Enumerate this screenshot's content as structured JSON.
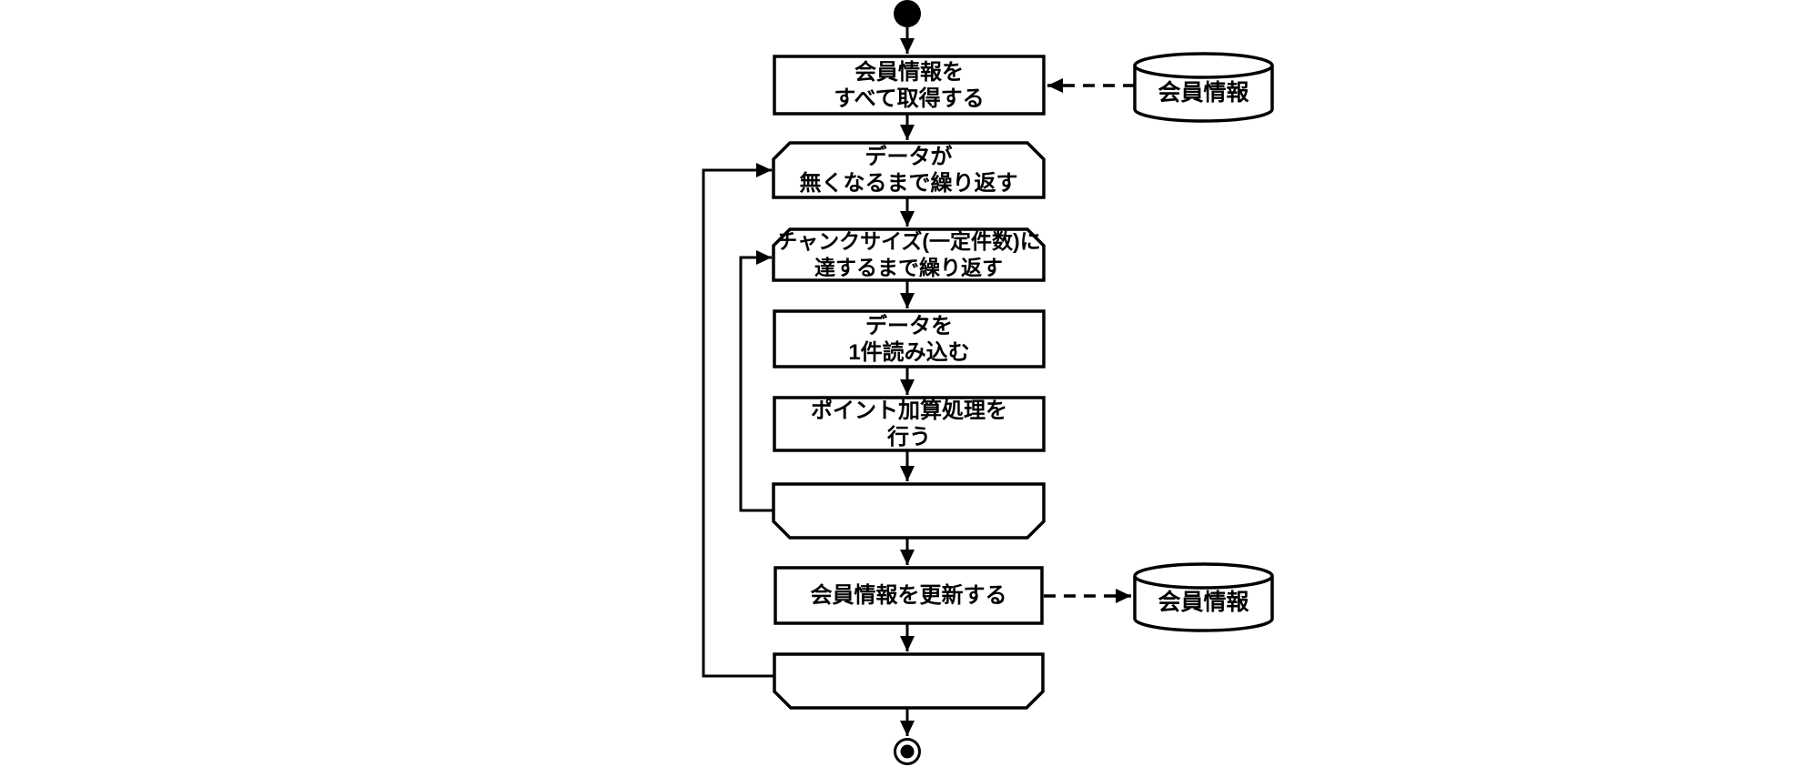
{
  "diagram": {
    "type": "activity-flowchart",
    "language": "ja",
    "colors": {
      "stroke": "#000000",
      "fill": "#ffffff",
      "background": "#ffffff"
    },
    "nodes": {
      "start": {
        "shape": "initial-node",
        "label": ""
      },
      "fetch_members": {
        "shape": "process",
        "label": "会員情報を\nすべて取得する"
      },
      "loop_outer_start": {
        "shape": "loop-start",
        "label": "データが\n無くなるまで繰り返す"
      },
      "loop_inner_start": {
        "shape": "loop-start",
        "label": "チャンクサイズ(一定件数)に\n達するまで繰り返す"
      },
      "read_one_record": {
        "shape": "process",
        "label": "データを\n1件読み込む"
      },
      "add_points": {
        "shape": "process",
        "label": "ポイント加算処理を\n行う"
      },
      "loop_inner_end": {
        "shape": "loop-end",
        "label": ""
      },
      "update_members": {
        "shape": "process",
        "label": "会員情報を更新する"
      },
      "loop_outer_end": {
        "shape": "loop-end",
        "label": ""
      },
      "end": {
        "shape": "final-node",
        "label": ""
      },
      "db_member_info_top": {
        "shape": "database",
        "label": "会員情報"
      },
      "db_member_info_bottom": {
        "shape": "database",
        "label": "会員情報"
      }
    },
    "edges": [
      {
        "from": "start",
        "to": "fetch_members",
        "style": "solid-arrow"
      },
      {
        "from": "db_member_info_top",
        "to": "fetch_members",
        "style": "dashed-arrow"
      },
      {
        "from": "fetch_members",
        "to": "loop_outer_start",
        "style": "solid-arrow"
      },
      {
        "from": "loop_outer_start",
        "to": "loop_inner_start",
        "style": "solid-arrow"
      },
      {
        "from": "loop_inner_start",
        "to": "read_one_record",
        "style": "solid-arrow"
      },
      {
        "from": "read_one_record",
        "to": "add_points",
        "style": "solid-arrow"
      },
      {
        "from": "add_points",
        "to": "loop_inner_end",
        "style": "solid-arrow"
      },
      {
        "from": "loop_inner_end",
        "to": "loop_inner_start",
        "style": "solid-arrow-loopback"
      },
      {
        "from": "loop_inner_end",
        "to": "update_members",
        "style": "solid-arrow"
      },
      {
        "from": "update_members",
        "to": "db_member_info_bottom",
        "style": "dashed-arrow"
      },
      {
        "from": "update_members",
        "to": "loop_outer_end",
        "style": "solid-arrow"
      },
      {
        "from": "loop_outer_end",
        "to": "loop_outer_start",
        "style": "solid-arrow-loopback"
      },
      {
        "from": "loop_outer_end",
        "to": "end",
        "style": "solid-arrow"
      }
    ]
  }
}
